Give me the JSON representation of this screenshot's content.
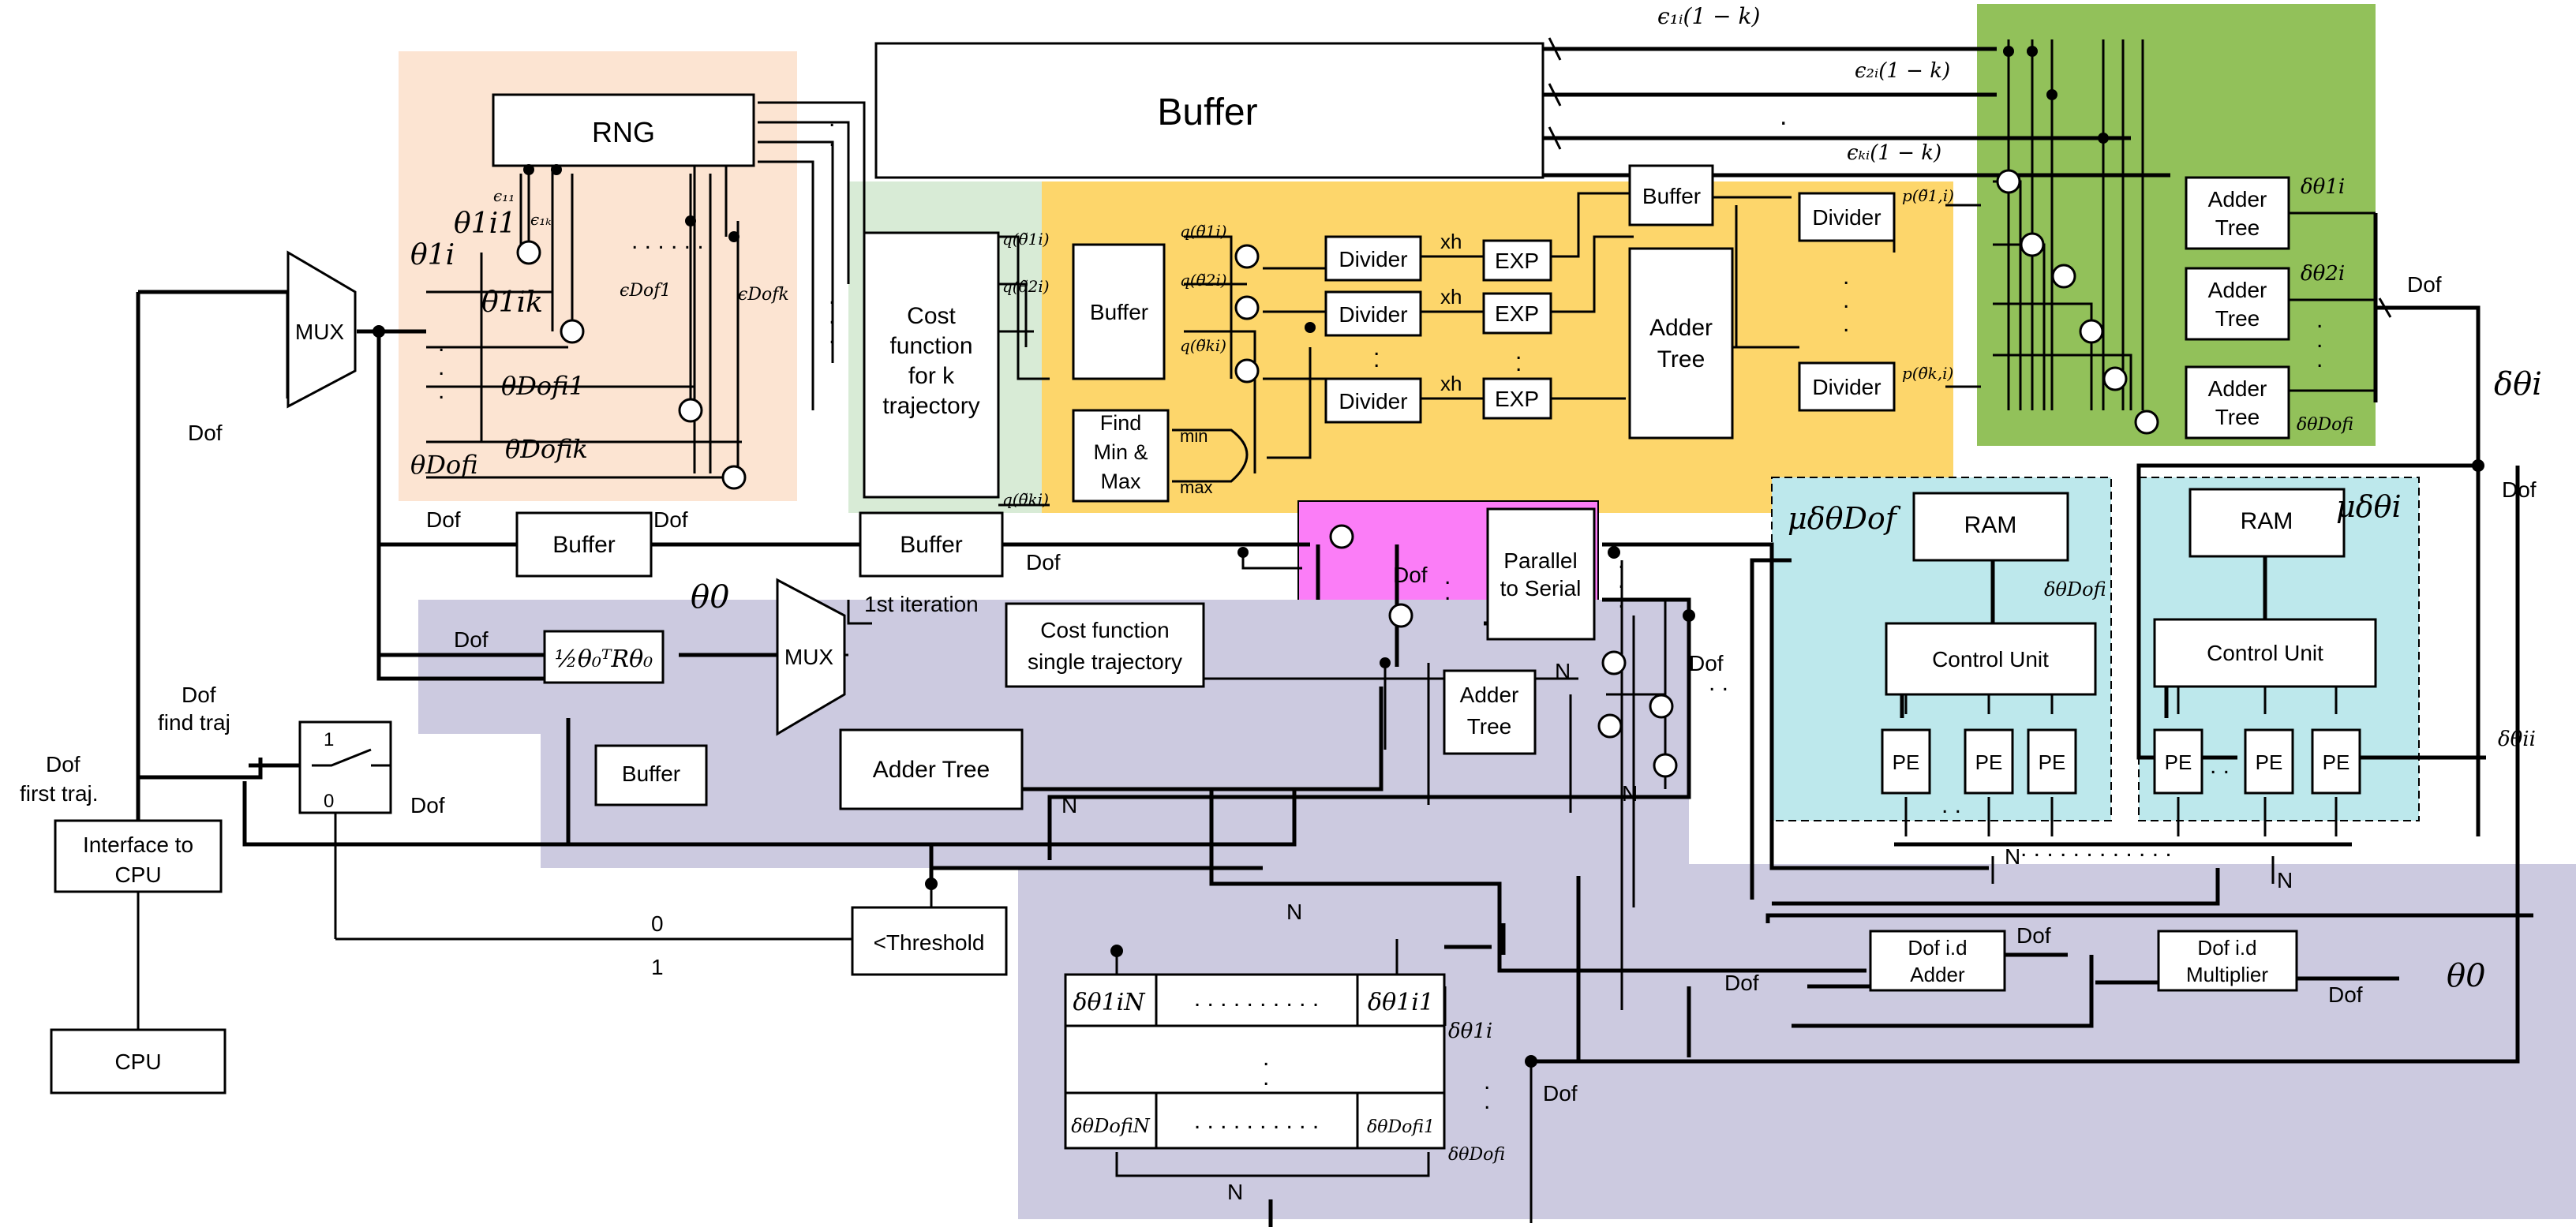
{
  "colors": {
    "rng_region": "#FCE4D2",
    "cost_region": "#D8EBD6",
    "exp_region": "#FDD66B",
    "tree_region": "#92C15A",
    "parallel_region": "#FB7DF7",
    "ram_region": "#BDE8EC",
    "bottom_region": "#CCCAE0",
    "line": "#000000"
  },
  "blocks": {
    "buffer_main": "Buffer",
    "rng": "RNG",
    "mux_top": "MUX",
    "cost_k_lines": [
      "Cost",
      "function",
      "for k",
      "trajectory"
    ],
    "buffer_exp": "Buffer",
    "find_minmax_lines": [
      "Find",
      "Min &",
      "Max"
    ],
    "divider": "Divider",
    "exp": "EXP",
    "adder_tree_exp_lines": [
      "Adder",
      "Tree"
    ],
    "buffer_small": "Buffer",
    "divider_right": "Divider",
    "adder_tree_green_lines": [
      "Adder",
      "Tree"
    ],
    "buffer_dof_1": "Buffer",
    "buffer_dof_2": "Buffer",
    "parallel_serial_lines": [
      "Parallel",
      "to Serial"
    ],
    "mux_mid": "MUX",
    "cost_single_lines": [
      "Cost function",
      "single trajectory"
    ],
    "adder_tree_mid": "Adder Tree",
    "buffer_low": "Buffer",
    "adder_tree_small_lines": [
      "Adder",
      "Tree"
    ],
    "threshold": "<Threshold",
    "interface_cpu_lines": [
      "Interface to",
      "CPU"
    ],
    "cpu": "CPU",
    "ram": "RAM",
    "control_unit": "Control Unit",
    "pe": "PE",
    "dof_adder_lines": [
      "Dof i.d",
      "Adder"
    ],
    "dof_multiplier_lines": [
      "Dof i.d",
      "Multiplier"
    ]
  },
  "labels": {
    "eps1": "ϵ₁ᵢ(1 − k)",
    "eps2": "ϵ₂ᵢ(1 − k)",
    "epsk": "ϵₖᵢ(1 − k)",
    "eps11": "ϵ₁₁",
    "eps1k": "ϵ₁ₖ",
    "epsdof1": "ϵDof1",
    "epsdofk": "ϵDofk",
    "theta1i1": "θ1i1",
    "theta1i": "θ1i",
    "theta1ik": "θ1ik",
    "thetadofi1": "θDofi1",
    "thetadofik": "θDofik",
    "thetadofi": "θDofi",
    "q1": "q(θ̃1i)",
    "q2": "q(θ̃2i)",
    "qk": "q(θ̃ki)",
    "xh": "xh",
    "min": "min",
    "max": "max",
    "p1": "p(θ̃1,i)",
    "pk": "p(θ̃k,i)",
    "delta1": "δθ1i",
    "delta2": "δθ2i",
    "deltadof": "δθDofi",
    "dof": "Dof",
    "delta_theta_i": "δθi",
    "theta0": "θ0",
    "first_iteration": "1st iteration",
    "quadratic": "½θ₀ᵀRθ₀",
    "dof_find_traj": "Dof",
    "find_traj": "find traj",
    "dof_first": "Dof",
    "first_traj": "first traj.",
    "switch_1": "1",
    "switch_0": "0",
    "zero": "0",
    "one": "1",
    "n": "N",
    "mu_dof": "μδθDof",
    "mu_i": "μδθi",
    "delta_dofi_ram": "δθDofi",
    "delta_i_right": "δθii",
    "mat_a": "δθ1iN",
    "mat_b": "δθ1i1",
    "mat_c": "δθDofiN",
    "mat_d": "δθDofi1",
    "mat_side1": "δθ1i",
    "mat_side2": "δθDofi"
  }
}
